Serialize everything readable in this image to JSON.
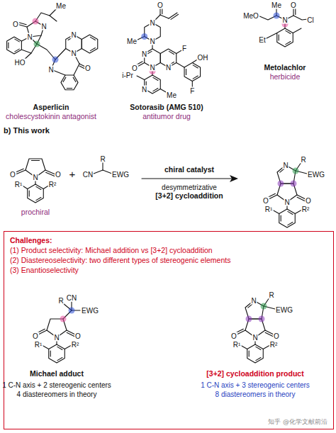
{
  "diagram": {
    "nodes": [
      {
        "text": [
          "Challenges:",
          "(1) Product selectivity: Michael addition vs [3+2] cycloaddition",
          "(2) Diastereoselectivity: two different types of stereogenic elements",
          "(3) Enantioselectivity"
        ]
      }
    ],
    "labels": [
      "Me",
      "O",
      "N",
      "N",
      "HO",
      "N",
      "N",
      "N",
      "O",
      "Asperlicin",
      "cholescystokinin antagonist",
      "O",
      "N",
      "N",
      "Me",
      "N",
      "O",
      "N",
      "N",
      "F",
      "OH",
      "F",
      "i-Pr",
      "N",
      "Me",
      "Sotorasib (AMG 510)",
      "antitumor drug",
      "MeO",
      "Me",
      "N",
      "O",
      "Cl",
      "Et",
      "Metolachlor",
      "herbicide",
      "b) This work",
      "O",
      "O",
      "N",
      "R¹",
      "R²",
      "prochiral",
      "+",
      "R",
      "CN",
      "EWG",
      "chiral catalyst",
      "desymmetrizative",
      "[3+2] cycloaddition",
      "N",
      "R",
      "EWG",
      "O",
      "N",
      "O",
      "R¹",
      "R²",
      "CN",
      "R",
      "EWG",
      "O",
      "N",
      "O",
      "R¹",
      "R²",
      "Michael adduct",
      "1 C-N axis + 2 stereogenic centers",
      "4 diastereomers in theory",
      "N",
      "R",
      "EWG",
      "O",
      "N",
      "O",
      "R¹",
      "R²",
      "[3+2] cycloaddition product",
      "1 C-N axis + 3 stereogenic centers",
      "8 diastereomers in theory",
      "知乎 @化学文献前沿"
    ]
  }
}
